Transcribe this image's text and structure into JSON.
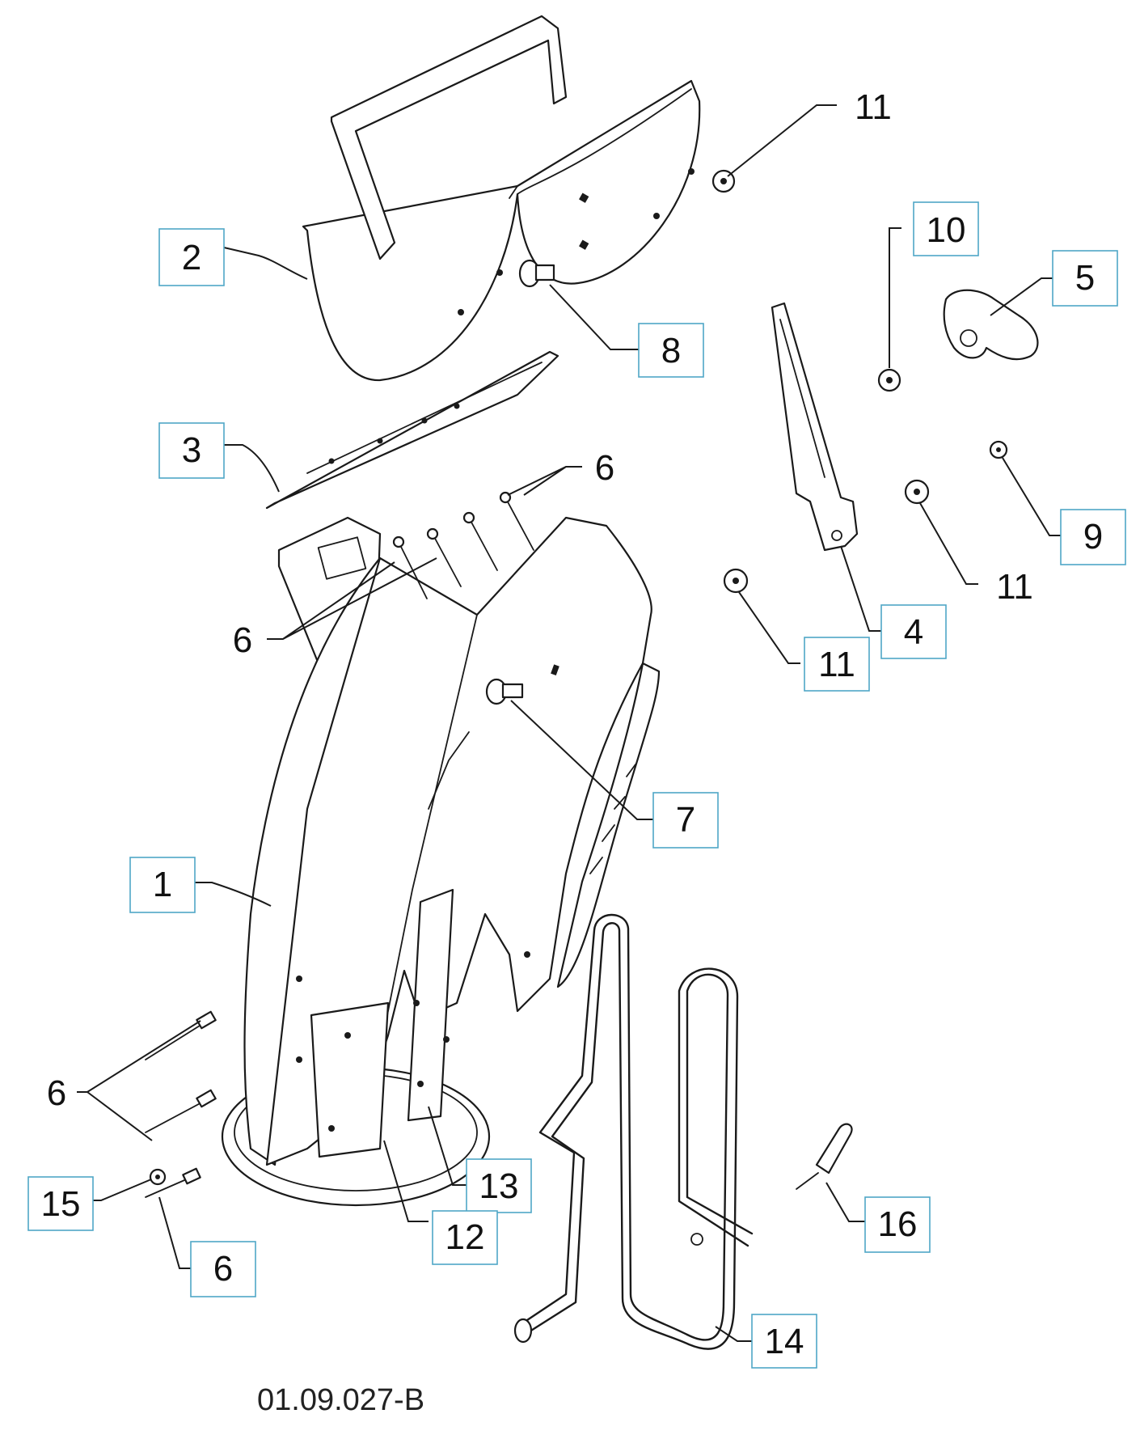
{
  "diagram_code": "01.09.027-B",
  "colors": {
    "callout_border": "#4fa7c6",
    "line": "#1a1a1a"
  },
  "callouts": [
    {
      "id": "2",
      "label": "2"
    },
    {
      "id": "8",
      "label": "8"
    },
    {
      "id": "3",
      "label": "3"
    },
    {
      "id": "6a",
      "label": "6"
    },
    {
      "id": "6b",
      "label": "6"
    },
    {
      "id": "11a",
      "label": "11"
    },
    {
      "id": "10",
      "label": "10"
    },
    {
      "id": "5",
      "label": "5"
    },
    {
      "id": "9",
      "label": "9"
    },
    {
      "id": "11b",
      "label": "11"
    },
    {
      "id": "4",
      "label": "4"
    },
    {
      "id": "11c",
      "label": "11"
    },
    {
      "id": "7",
      "label": "7"
    },
    {
      "id": "1",
      "label": "1"
    },
    {
      "id": "6c",
      "label": "6"
    },
    {
      "id": "15",
      "label": "15"
    },
    {
      "id": "6d",
      "label": "6"
    },
    {
      "id": "13",
      "label": "13"
    },
    {
      "id": "12",
      "label": "12"
    },
    {
      "id": "16",
      "label": "16"
    },
    {
      "id": "14",
      "label": "14"
    }
  ]
}
